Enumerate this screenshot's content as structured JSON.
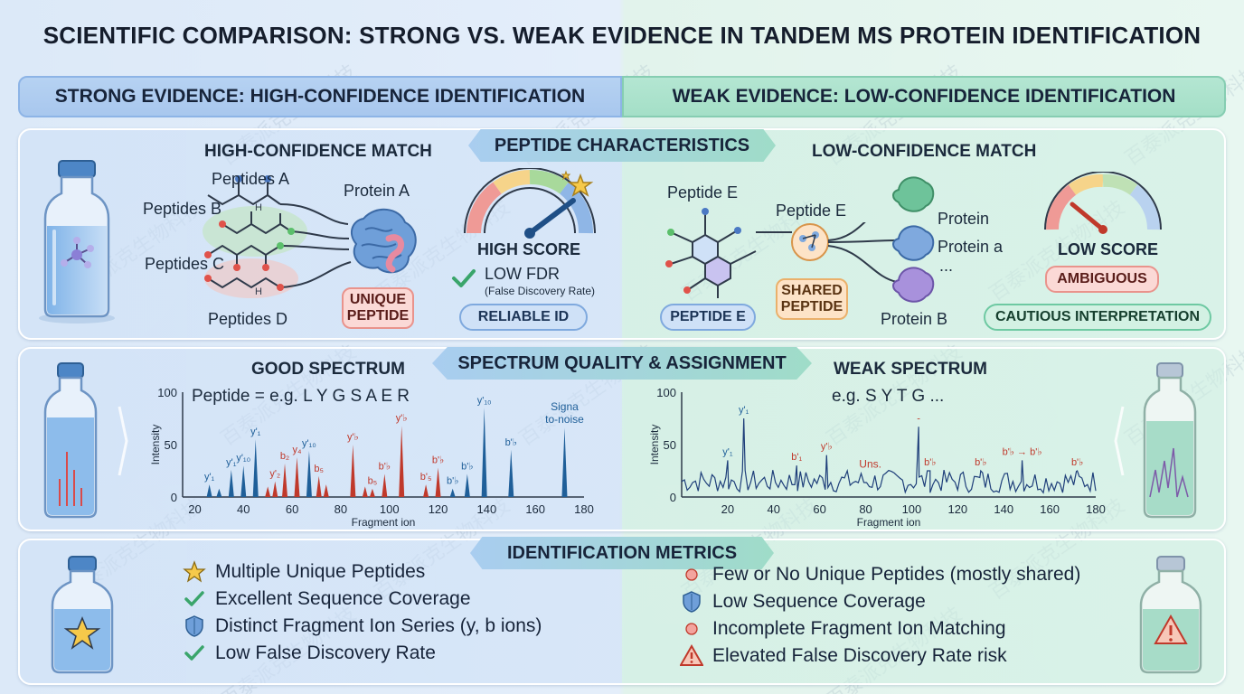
{
  "title": "SCIENTIFIC COMPARISON: STRONG VS. WEAK EVIDENCE IN TANDEM MS PROTEIN IDENTIFICATION",
  "strong_header": "STRONG EVIDENCE: HIGH-CONFIDENCE IDENTIFICATION",
  "weak_header": "WEAK EVIDENCE: LOW-CONFIDENCE IDENTIFICATION",
  "peptide_section": {
    "ribbon": "PEPTIDE CHARACTERISTICS",
    "strong": {
      "heading": "HIGH-CONFIDENCE MATCH",
      "peptide_a": "Peptides A",
      "peptide_b": "Peptides B",
      "peptide_c": "Peptides C",
      "peptide_d": "Peptides D",
      "protein": "Protein A",
      "unique_badge": "UNIQUE PEPTIDE",
      "score_label": "HIGH SCORE",
      "fdr_label": "LOW FDR",
      "fdr_sub": "(False Discovery Rate)",
      "reliable": "RELIABLE ID"
    },
    "weak": {
      "heading": "LOW-CONFIDENCE MATCH",
      "peptide_e_top": "Peptide E",
      "peptide_e_mid": "Peptide E",
      "peptide_e_badge": "PEPTIDE E",
      "shared_badge": "SHARED PEPTIDE",
      "protein_1": "Protein",
      "protein_2": "Protein a",
      "protein_ellipsis": "...",
      "protein_b": "Protein B",
      "score_label": "LOW SCORE",
      "ambiguous": "AMBIGUOUS",
      "cautious": "CAUTIOUS INTERPRETATION"
    }
  },
  "spectrum_section": {
    "ribbon": "SPECTRUM QUALITY & ASSIGNMENT",
    "good": {
      "heading": "GOOD SPECTRUM",
      "peptide": "Peptide = e.g. L Y G S A E R",
      "ylabel": "Intensity",
      "xlabel": "Fragment ion",
      "signal_note": "Signa\nto-noise"
    },
    "weak": {
      "heading": "WEAK SPECTRUM",
      "peptide": "e.g. S Y T G ...",
      "ylabel": "Intensity",
      "xlabel": "Fragment ion",
      "uns_note": "Uns."
    }
  },
  "metrics_section": {
    "ribbon": "IDENTIFICATION METRICS",
    "strong": [
      {
        "icon": "star-icon",
        "text": "Multiple Unique Peptides"
      },
      {
        "icon": "check-icon",
        "text": "Excellent Sequence Coverage"
      },
      {
        "icon": "shield-icon",
        "text": "Distinct Fragment Ion Series (y, b ions)"
      },
      {
        "icon": "check-icon",
        "text": "Low False Discovery Rate"
      }
    ],
    "weak": [
      {
        "icon": "dot-icon",
        "text": "Few or No Unique Peptides (mostly shared)"
      },
      {
        "icon": "shield-icon",
        "text": "Low Sequence Coverage"
      },
      {
        "icon": "dot-icon",
        "text": "Incomplete Fragment Ion Matching"
      },
      {
        "icon": "warning-icon",
        "text": "Elevated False Discovery Rate risk"
      }
    ]
  },
  "watermark": "百泰派克生物科技",
  "colors": {
    "strong_blue": "#2b6ea8",
    "weak_teal": "#2f8f74",
    "red_ion": "#c0392b",
    "blue_ion": "#1f5f99"
  },
  "chart_data": [
    {
      "type": "bar",
      "title": "GOOD SPECTRUM",
      "xlabel": "Fragment ion",
      "ylabel": "Intensity",
      "xlim": [
        15,
        180
      ],
      "ylim": [
        0,
        100
      ],
      "xticks": [
        20,
        40,
        60,
        80,
        100,
        120,
        140,
        160,
        180
      ],
      "yticks": [
        0,
        50,
        100
      ],
      "peaks": [
        {
          "x": 26,
          "y": 12,
          "ion": "y",
          "label": "y'₁"
        },
        {
          "x": 30,
          "y": 8,
          "ion": "y",
          "label": ""
        },
        {
          "x": 35,
          "y": 26,
          "ion": "y",
          "label": "y'₁"
        },
        {
          "x": 40,
          "y": 30,
          "ion": "y",
          "label": "y'₁₀"
        },
        {
          "x": 45,
          "y": 55,
          "ion": "y",
          "label": "y'₁"
        },
        {
          "x": 50,
          "y": 10,
          "ion": "b",
          "label": ""
        },
        {
          "x": 53,
          "y": 15,
          "ion": "b",
          "label": "y'₂"
        },
        {
          "x": 57,
          "y": 32,
          "ion": "b",
          "label": "b₂"
        },
        {
          "x": 62,
          "y": 38,
          "ion": "b",
          "label": "y₄"
        },
        {
          "x": 67,
          "y": 44,
          "ion": "y",
          "label": "y'₁₀"
        },
        {
          "x": 71,
          "y": 20,
          "ion": "b",
          "label": "b₅"
        },
        {
          "x": 74,
          "y": 12,
          "ion": "b",
          "label": ""
        },
        {
          "x": 85,
          "y": 50,
          "ion": "b",
          "label": "y'♭"
        },
        {
          "x": 90,
          "y": 10,
          "ion": "b",
          "label": ""
        },
        {
          "x": 93,
          "y": 8,
          "ion": "b",
          "label": "b₅"
        },
        {
          "x": 98,
          "y": 22,
          "ion": "b",
          "label": "b'♭"
        },
        {
          "x": 105,
          "y": 68,
          "ion": "b",
          "label": "y'♭"
        },
        {
          "x": 115,
          "y": 12,
          "ion": "b",
          "label": "b'₅"
        },
        {
          "x": 120,
          "y": 28,
          "ion": "b",
          "label": "b'♭"
        },
        {
          "x": 126,
          "y": 8,
          "ion": "y",
          "label": "b'♭"
        },
        {
          "x": 132,
          "y": 22,
          "ion": "y",
          "label": "b'♭"
        },
        {
          "x": 139,
          "y": 85,
          "ion": "y",
          "label": "y'₁₀"
        },
        {
          "x": 150,
          "y": 45,
          "ion": "y",
          "label": "b'♭"
        },
        {
          "x": 172,
          "y": 66,
          "ion": "y",
          "label": ""
        }
      ]
    },
    {
      "type": "line",
      "title": "WEAK SPECTRUM",
      "xlabel": "Fragment ion",
      "ylabel": "Intensity",
      "xlim": [
        0,
        180
      ],
      "ylim": [
        0,
        100
      ],
      "xticks": [
        20,
        40,
        60,
        80,
        100,
        120,
        140,
        160,
        180
      ],
      "yticks": [
        0,
        50,
        100
      ],
      "peaks": [
        {
          "x": 27,
          "y": 75,
          "ion": "y",
          "label": "y'₁"
        },
        {
          "x": 20,
          "y": 35,
          "ion": "y",
          "label": "y'₁"
        },
        {
          "x": 50,
          "y": 30,
          "ion": "b",
          "label": "b'₁"
        },
        {
          "x": 63,
          "y": 40,
          "ion": "b",
          "label": "y'♭"
        },
        {
          "x": 103,
          "y": 67,
          "ion": "b",
          "label": "-"
        },
        {
          "x": 108,
          "y": 25,
          "ion": "b",
          "label": "b'♭"
        },
        {
          "x": 130,
          "y": 25,
          "ion": "b",
          "label": "b'♭"
        },
        {
          "x": 148,
          "y": 35,
          "ion": "b",
          "label": "b'♭ → b'♭"
        },
        {
          "x": 172,
          "y": 25,
          "ion": "b",
          "label": "b'♭"
        }
      ]
    }
  ]
}
